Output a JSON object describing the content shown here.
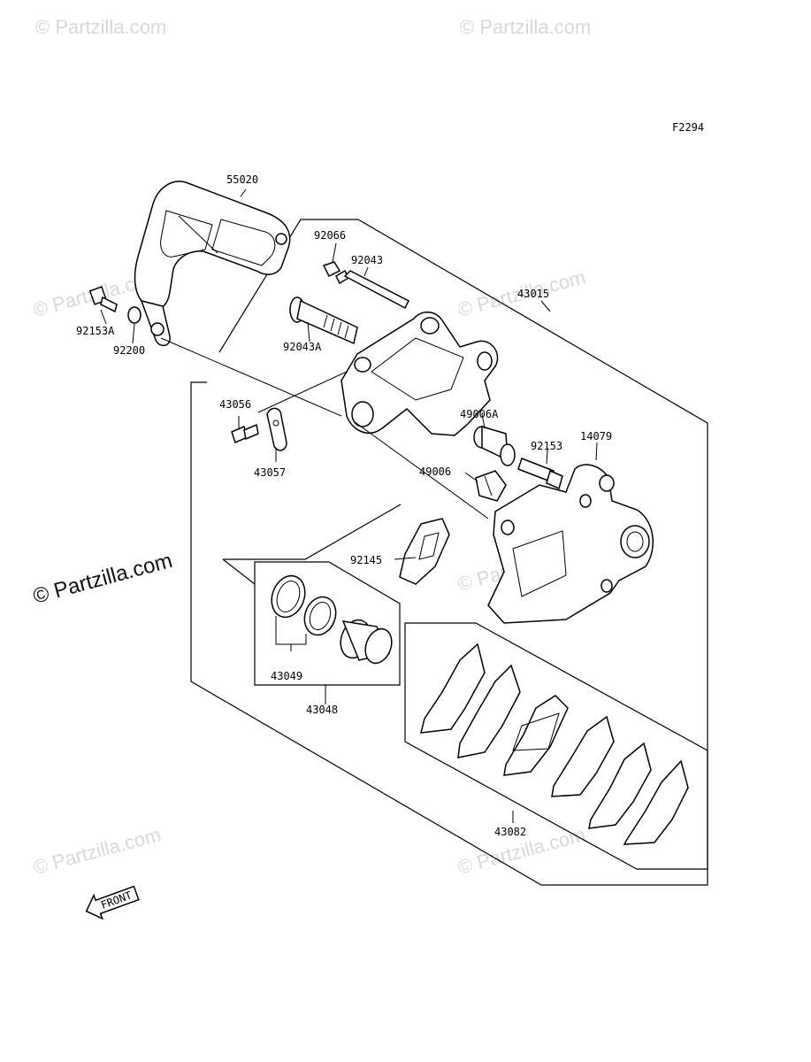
{
  "figure_code": "F2294",
  "watermark_text": "© Partzilla.com",
  "front_label": "FRONT",
  "parts": {
    "p55020": "55020",
    "p92066": "92066",
    "p92043": "92043",
    "p43015": "43015",
    "p92153A": "92153A",
    "p92200": "92200",
    "p92043A": "92043A",
    "p43056": "43056",
    "p49006A": "49006A",
    "p92153": "92153",
    "p14079": "14079",
    "p43057": "43057",
    "p49006": "49006",
    "p92145": "92145",
    "p43049": "43049",
    "p43048": "43048",
    "p43082": "43082"
  }
}
